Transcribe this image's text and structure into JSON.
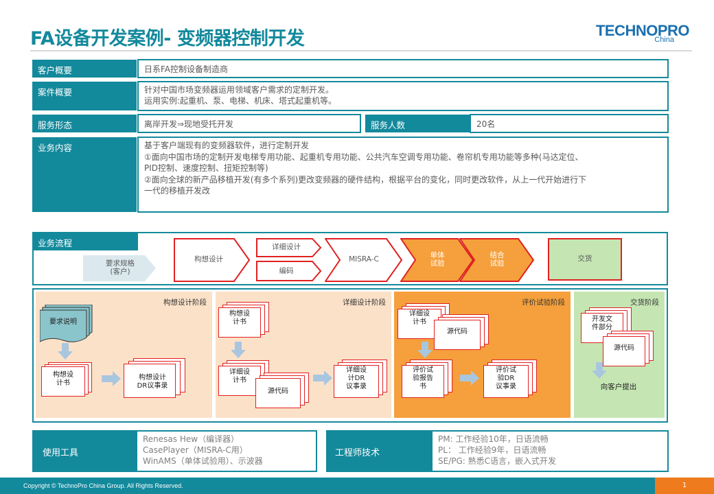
{
  "header": {
    "title": "FA设备开发案例- 变频器控制开发",
    "logo_main": "TECHNOPRO",
    "logo_sub": "China"
  },
  "info": {
    "customer_label": "客户概要",
    "customer_value": "日系FA控制设备制造商",
    "case_label": "案件概要",
    "case_lines": [
      "针对中国市场变频器运用领域客户需求的定制开发。",
      "运用实例:起重机、泵、电梯、机床、塔式起重机等。"
    ],
    "service_label": "服务形态",
    "service_value": "离岸开发⇒现地受托开发",
    "people_label": "服务人数",
    "people_value": "20名",
    "business_label": "业务内容",
    "business_lines": [
      "基于客户端现有的变频器软件，进行定制开发",
      "①面向中国市场的定制开发电梯专用功能、起重机专用功能、公共汽车空调专用功能、卷帘机专用功能等多种(马达定位、",
      "PID控制、速度控制、扭矩控制等)",
      "②面向全球的新产品移植开发(有多个系列)更改变频器的硬件结构，根据平台的变化，同时更改软件，从上一代开始进行下",
      "一代的移植开发改"
    ]
  },
  "flow": {
    "label": "业务流程",
    "request": "要求规格\n(客户)",
    "concept": "构想设计",
    "detail": "详细设计",
    "coding": "编码",
    "misra": "MISRA-C",
    "unit_test": "单体\n试验",
    "integration_test": "结合\n试验",
    "delivery": "交货"
  },
  "phases": {
    "concept": {
      "title": "构想设计阶段",
      "requirements": "要求说明",
      "concept_doc": "构想设\n计书",
      "concept_dr": "构想设计\nDR议事录"
    },
    "detail": {
      "title": "详细设计阶段",
      "concept_doc": "构想设\n计书",
      "detail_doc": "详细设\n计书",
      "source": "源代码",
      "detail_dr": "详细设\n计DR\n议事录"
    },
    "eval": {
      "title": "评价试验阶段",
      "detail_doc": "详细设\n计书",
      "source": "源代码",
      "report": "评价试\n验报告\n书",
      "eval_dr": "评价试\n验DR\n议事录"
    },
    "delivery": {
      "title": "交货阶段",
      "dev_doc": "开发文\n件部分",
      "source": "源代码",
      "submit": "向客户提出"
    }
  },
  "bottom": {
    "tools_label": "使用工具",
    "tools_lines": [
      "Renesas  Hew（编译器）",
      "CasePlayer（MISRA-C用）",
      "WinAMS（单体试验用）、示波器"
    ],
    "skills_label": "工程师技术",
    "skills_lines": [
      "PM: 工作经验10年，日语流畅",
      "PL：  工作经验9年，日语流畅",
      "SE/PG:  熟悉C语言，嵌入式开发"
    ]
  },
  "footer": {
    "copyright": "Copyright © TechnoPro China Group. All Rights Reserved.",
    "page": "1"
  },
  "colors": {
    "teal": "#13899c",
    "orange": "#f5a03c",
    "peach": "#fbe1c8",
    "green": "#c5e6b3",
    "red": "#e02020"
  }
}
